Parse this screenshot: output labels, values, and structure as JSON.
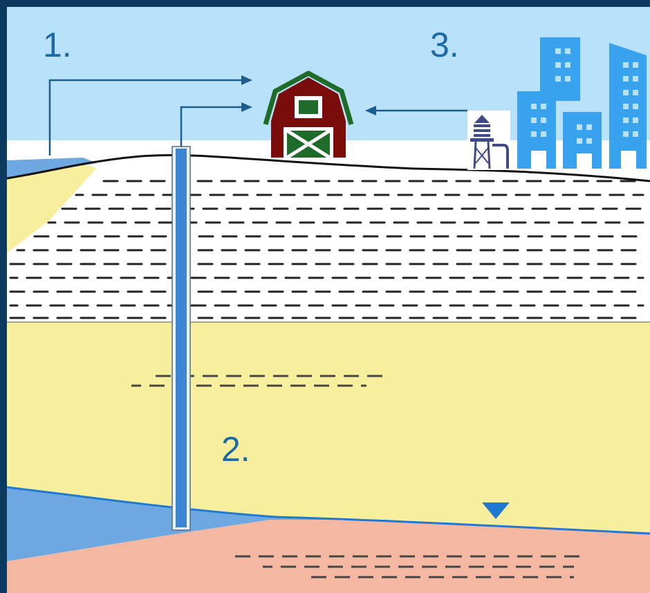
{
  "labels": {
    "source_1": "1.",
    "source_2": "2.",
    "source_3": "3."
  },
  "colors": {
    "frame": "#0b3a5e",
    "sky": "#b9e2fa",
    "surface_water": "#6ea8e0",
    "clay_layer": "#ffffff",
    "sand_aquifer": "#f7ef9e",
    "saturated_zone": "#6ea8e0",
    "bedrock": "#f4b7a1",
    "well_casing": "#3a86d4",
    "barn": "#7a0c0c",
    "barn_roof_trim": "#1f6b2a",
    "city_buildings": "#3aa3f0",
    "water_tower": "#3f4a86",
    "arrows": "#1b5d8c",
    "water_table_marker": "#1f78d1"
  },
  "icons": {
    "barn": "barn-icon",
    "water_tower": "water-tower-icon",
    "city": "city-buildings-icon",
    "water_table": "water-table-triangle-icon"
  }
}
